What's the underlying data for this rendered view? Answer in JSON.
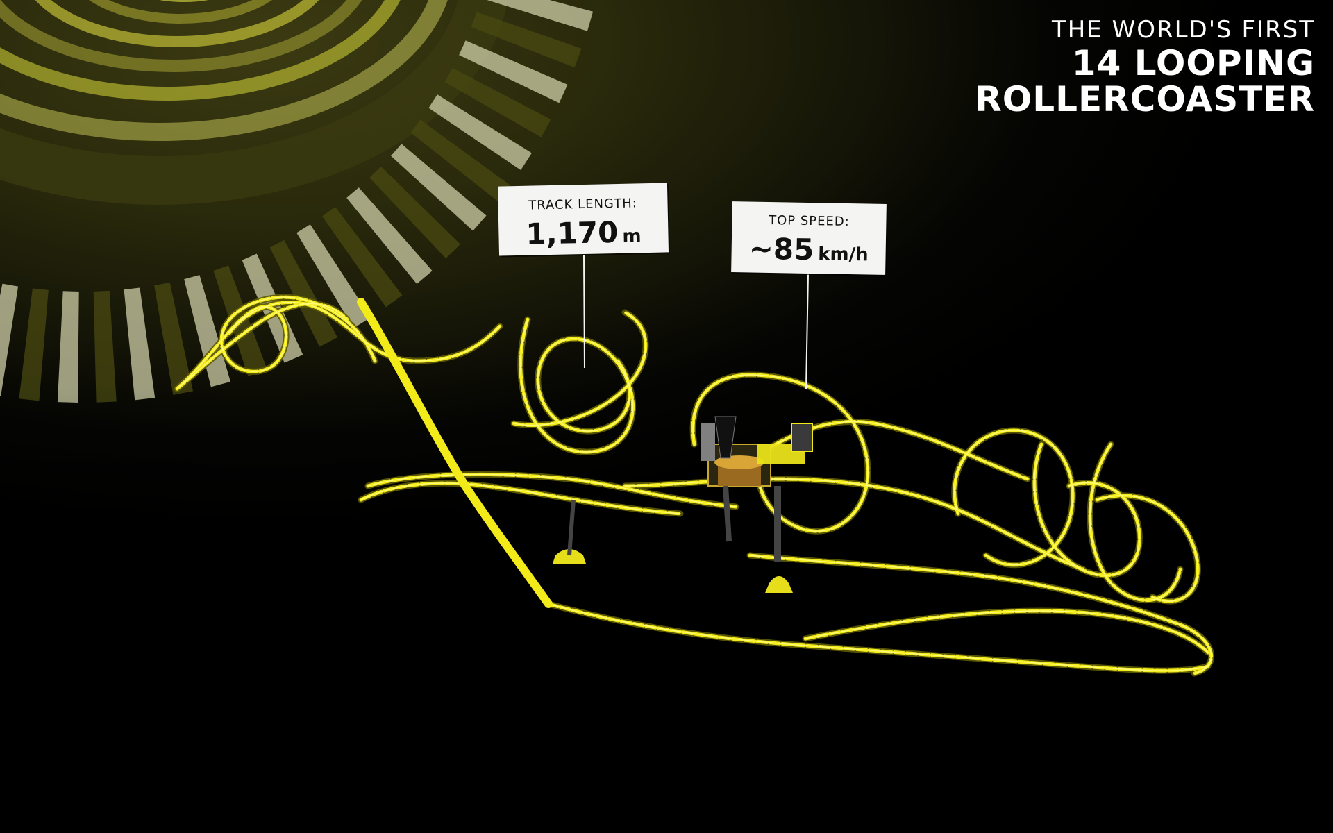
{
  "headline": {
    "line1": "THE WORLD'S FIRST",
    "line2": "14 LOOPING",
    "line3": "ROLLERCOASTER"
  },
  "stats": {
    "track_length": {
      "caption": "TRACK LENGTH:",
      "value": "1,170",
      "unit": "m"
    },
    "top_speed": {
      "caption": "TOP SPEED:",
      "value": "~85",
      "unit": "km/h"
    }
  },
  "colors": {
    "track": "#f2ea19",
    "track_dark": "#7d7a08",
    "background_glow": "#3b3a12",
    "callout_bg": "#f4f4f2",
    "stripe_light": "#cfcfa8",
    "stripe_dark": "#4a4912"
  }
}
